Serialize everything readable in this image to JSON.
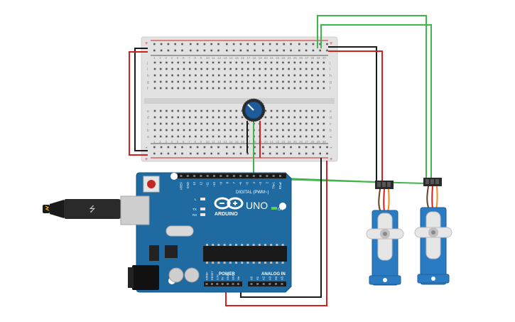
{
  "breadboard": {
    "rail_plus": "+",
    "rail_minus": "-",
    "row_letters_top": [
      "j",
      "i",
      "h",
      "g",
      "f"
    ],
    "row_letters_bottom": [
      "e",
      "d",
      "c",
      "b",
      "a"
    ],
    "columns": 30
  },
  "arduino": {
    "logo": "ARDUINO",
    "model": "UNO",
    "digital_label": "DIGITAL (PWM~)",
    "power_label": "POWER",
    "analog_label": "ANALOG IN",
    "on_label": "ON",
    "led_labels": [
      "L",
      "TX",
      "RX"
    ],
    "header_top": [
      "AREF",
      "GND",
      "13",
      "12",
      "~11",
      "~10",
      "~9",
      "8",
      "7",
      "~6",
      "~5",
      "4",
      "~3",
      "2",
      "TX▸1",
      "RX◂0"
    ],
    "header_power": [
      "IOREF",
      "RESET",
      "3.3V",
      "5V",
      "GND",
      "GND",
      "Vin"
    ],
    "header_analog": [
      "A0",
      "A1",
      "A2",
      "A3",
      "A4",
      "A5"
    ]
  },
  "servos": [
    {
      "id": "servo-1"
    },
    {
      "id": "servo-2"
    }
  ],
  "colors": {
    "wire_red": "#d42020",
    "wire_black": "#1a1a1a",
    "wire_green": "#3fb64a",
    "board_blue": "#1f6aa0",
    "servo_blue": "#2b7bc3",
    "servo_horn": "#e6e6e6",
    "pot_knob": "#1f5a9b",
    "breadboard": "#e2e2e2"
  }
}
